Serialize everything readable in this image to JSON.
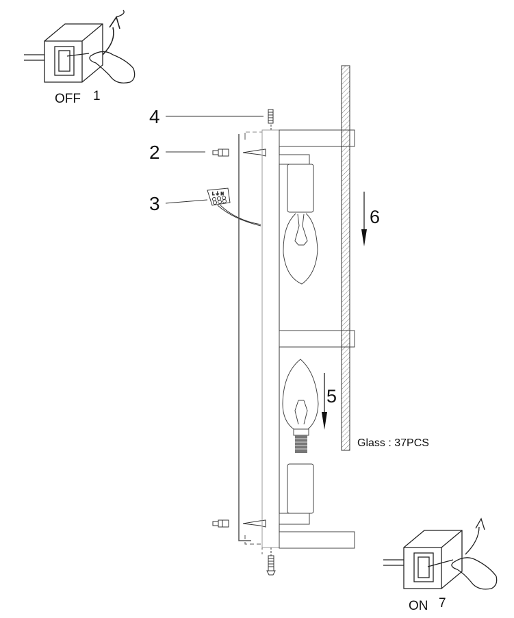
{
  "steps": {
    "off_label": "OFF",
    "off_number": "1",
    "anchor_number": "2",
    "terminal_number": "3",
    "screw_number": "4",
    "bulb_number": "5",
    "glass_number": "6",
    "on_label": "ON",
    "on_number": "7"
  },
  "glass_note": "Glass : 37PCS",
  "terminal_letters": "L ⏚ N"
}
